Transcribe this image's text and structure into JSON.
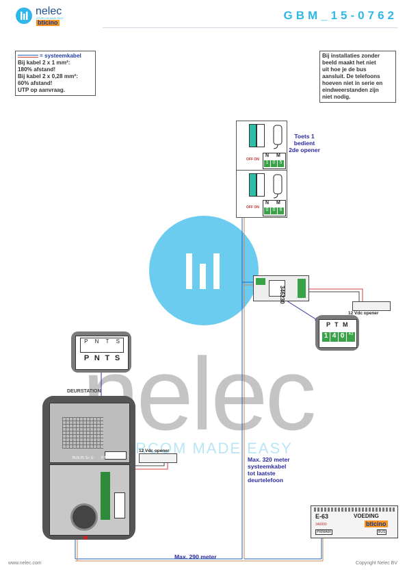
{
  "header": {
    "logo_name": "nelec",
    "logo_tagline": "INTERCOM MADE EASY",
    "logo_brand": "bticino",
    "doc_code": "GBM_15-0762"
  },
  "legend": {
    "cable_label": "= systeemkabel",
    "lines": [
      "Bij kabel 2 x 1 mm²:",
      "180% afstand!",
      "Bij kabel 2 x 0,28 mm²:",
      "60% afstand!",
      "UTP op aanvraag."
    ]
  },
  "info_note": {
    "lines": [
      "Bij installaties zonder",
      "beeld maakt het niet",
      "uit hoe je de bus",
      "aansluit. De telefoons",
      "hoeven niet in serie en",
      "eindweerstanden zijn",
      "niet nodig."
    ]
  },
  "handset_note": [
    "Toets 1",
    "bedient",
    "2de opener"
  ],
  "handset_1": {
    "N": "1",
    "M": "0",
    "M2": "5",
    "off_on": "OFF ON"
  },
  "handset_2": {
    "N": "0",
    "M": "0",
    "M2": "6",
    "off_on": "OFF ON"
  },
  "module": {
    "code": "346230"
  },
  "opener_right": "12 Vdc opener",
  "opener_left": "12 Vdc opener",
  "zoom_module": {
    "labels": [
      "P",
      "T",
      "M"
    ],
    "digits": [
      "1",
      "4",
      "0"
    ],
    "extra": "43"
  },
  "zoom_door": {
    "top": [
      "P",
      "N",
      "T",
      "S"
    ],
    "bottom": [
      "P",
      "N",
      "T",
      "S"
    ]
  },
  "door_station": {
    "title": "DEURSTATION",
    "terminal_labels": "BUS PL S+ S-",
    "pnts": "P N T S"
  },
  "distance_320": [
    "Max. 320 meter",
    "systeemkabel",
    "tot laatste",
    "deurtelefoon"
  ],
  "distance_290": "Max. 290 meter",
  "psu": {
    "code": "E-63",
    "name": "VOEDING",
    "part": "346000",
    "brand": "bticino",
    "prim": "PRIMAIR",
    "bus": "BUS"
  },
  "watermark": {
    "word": "nelec",
    "tagline": "INTERCOM MADE EASY"
  },
  "footer": {
    "left": "www.nelec.com",
    "right": "Copyright Nelec BV"
  }
}
